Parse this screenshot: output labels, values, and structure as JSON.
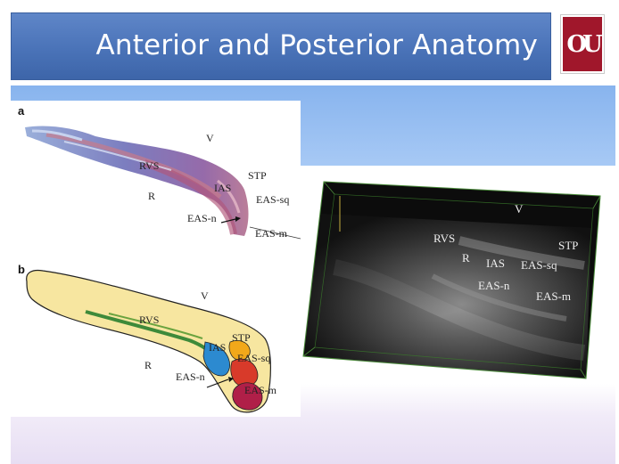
{
  "slide": {
    "title": "Anterior and Posterior Anatomy",
    "logo_text": "OU",
    "colors": {
      "title_bar": "#4a73b8",
      "logo": "#a0172b",
      "band_blue": "#9ec1f3",
      "band_lavender": "#e7def3"
    }
  },
  "figure_a": {
    "panel_label": "a",
    "labels": {
      "v": "V",
      "rvs": "RVS",
      "r": "R",
      "ias": "IAS",
      "stp": "STP",
      "eas_sq": "EAS-sq",
      "eas_n": "EAS-n",
      "eas_m": "EAS-m"
    }
  },
  "figure_b": {
    "panel_label": "b",
    "labels": {
      "v": "V",
      "rvs": "RVS",
      "r": "R",
      "ias": "IAS",
      "stp": "STP",
      "eas_sq": "EAS-sq",
      "eas_n": "EAS-n",
      "eas_m": "EAS-m"
    }
  },
  "ultrasound": {
    "labels": {
      "v": "V",
      "rvs": "RVS",
      "r": "R",
      "ias": "IAS",
      "stp": "STP",
      "eas_sq": "EAS-sq",
      "eas_n": "EAS-n",
      "eas_m": "EAS-m"
    }
  }
}
